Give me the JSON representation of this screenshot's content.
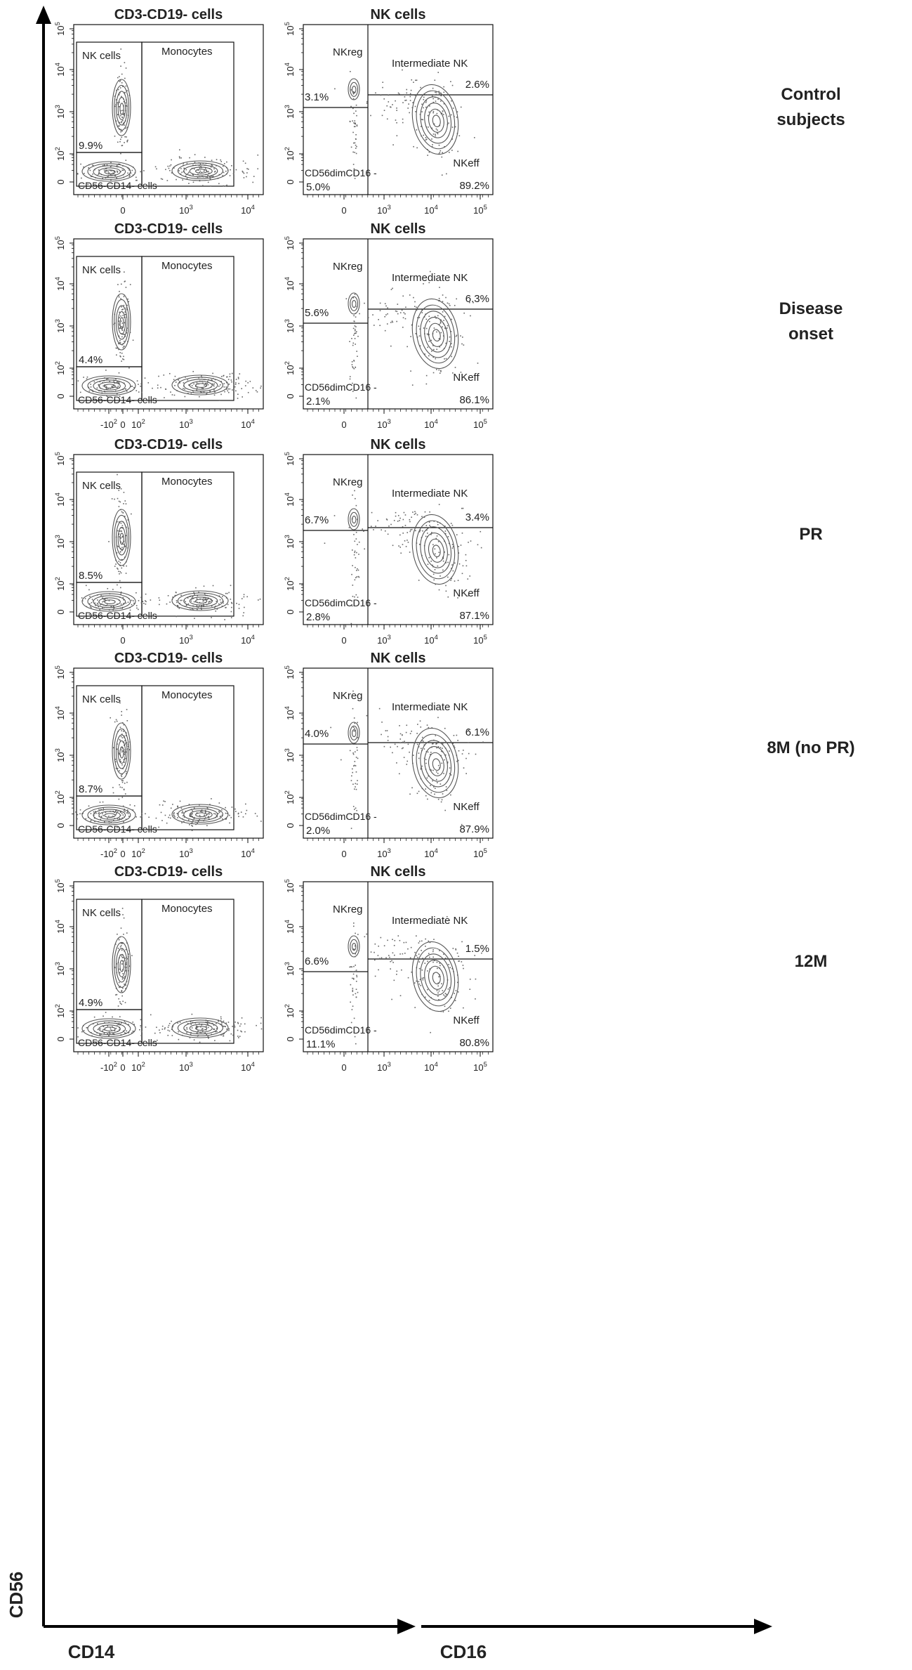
{
  "axes": {
    "y_label": "CD56",
    "x_label_left": "CD14",
    "x_label_right": "CD16"
  },
  "row_labels": [
    [
      "Control",
      "subjects"
    ],
    [
      "Disease",
      "onset"
    ],
    [
      "PR"
    ],
    [
      "8M (no PR)"
    ],
    [
      "12M"
    ]
  ],
  "chart_data": [
    {
      "type": "scatter",
      "row": 0,
      "title": "CD3-CD19- cells",
      "xaxis": "CD14 (biexponential)",
      "yaxis": "CD56 (biexponential)",
      "x_ticks": [
        "0",
        "10^3",
        "10^4"
      ],
      "y_ticks": [
        "0",
        "10^2",
        "10^3",
        "10^4",
        "10^5"
      ],
      "gates": [
        {
          "name": "NK cells",
          "percent": "9.9%"
        },
        {
          "name": "Monocytes"
        },
        {
          "name": "CD56-CD14- cells"
        }
      ]
    },
    {
      "type": "scatter",
      "row": 0,
      "title": "NK cells",
      "xaxis": "CD16 (biexponential)",
      "yaxis": "CD56 (biexponential)",
      "x_ticks": [
        "0",
        "10^3",
        "10^4",
        "10^5"
      ],
      "y_ticks": [
        "0",
        "10^2",
        "10^3",
        "10^4",
        "10^5"
      ],
      "gates": [
        {
          "name": "NKreg",
          "percent": "3.1%"
        },
        {
          "name": "Intermediate NK",
          "percent": "2.6%"
        },
        {
          "name": "CD56dimCD16 -",
          "percent": "5.0%"
        },
        {
          "name": "NKeff",
          "percent": "89.2%"
        }
      ]
    },
    {
      "type": "scatter",
      "row": 1,
      "title": "CD3-CD19- cells",
      "xaxis": "CD14 (biexponential)",
      "yaxis": "CD56 (biexponential)",
      "x_ticks": [
        "-10^2",
        "0",
        "10^2",
        "10^3",
        "10^4"
      ],
      "y_ticks": [
        "0",
        "10^2",
        "10^3",
        "10^4",
        "10^5"
      ],
      "gates": [
        {
          "name": "NK cells",
          "percent": "4.4%"
        },
        {
          "name": "Monocytes"
        },
        {
          "name": "CD56-CD14- cells"
        }
      ]
    },
    {
      "type": "scatter",
      "row": 1,
      "title": "NK cells",
      "xaxis": "CD16 (biexponential)",
      "yaxis": "CD56 (biexponential)",
      "x_ticks": [
        "0",
        "10^3",
        "10^4",
        "10^5"
      ],
      "y_ticks": [
        "0",
        "10^2",
        "10^3",
        "10^4",
        "10^5"
      ],
      "gates": [
        {
          "name": "NKreg",
          "percent": "5.6%"
        },
        {
          "name": "Intermediate NK",
          "percent": "6.3%"
        },
        {
          "name": "CD56dimCD16 -",
          "percent": "2.1%"
        },
        {
          "name": "NKeff",
          "percent": "86.1%"
        }
      ]
    },
    {
      "type": "scatter",
      "row": 2,
      "title": "CD3-CD19- cells",
      "xaxis": "CD14 (biexponential)",
      "yaxis": "CD56 (biexponential)",
      "x_ticks": [
        "0",
        "10^3",
        "10^4"
      ],
      "y_ticks": [
        "0",
        "10^2",
        "10^3",
        "10^4",
        "10^5"
      ],
      "gates": [
        {
          "name": "NK cells",
          "percent": "8.5%"
        },
        {
          "name": "Monocytes"
        },
        {
          "name": "CD56-CD14- cells"
        }
      ]
    },
    {
      "type": "scatter",
      "row": 2,
      "title": "NK cells",
      "xaxis": "CD16 (biexponential)",
      "yaxis": "CD56 (biexponential)",
      "x_ticks": [
        "0",
        "10^3",
        "10^4",
        "10^5"
      ],
      "y_ticks": [
        "0",
        "10^2",
        "10^3",
        "10^4",
        "10^5"
      ],
      "gates": [
        {
          "name": "NKreg",
          "percent": "6.7%"
        },
        {
          "name": "Intermediate NK",
          "percent": "3.4%"
        },
        {
          "name": "CD56dimCD16 -",
          "percent": "2.8%"
        },
        {
          "name": "NKeff",
          "percent": "87.1%"
        }
      ]
    },
    {
      "type": "scatter",
      "row": 3,
      "title": "CD3-CD19- cells",
      "xaxis": "CD14 (biexponential)",
      "yaxis": "CD56 (biexponential)",
      "x_ticks": [
        "-10^2",
        "0",
        "10^2",
        "10^3",
        "10^4"
      ],
      "y_ticks": [
        "0",
        "10^2",
        "10^3",
        "10^4",
        "10^5"
      ],
      "gates": [
        {
          "name": "NK cells",
          "percent": "8.7%"
        },
        {
          "name": "Monocytes"
        },
        {
          "name": "CD56-CD14- cells"
        }
      ]
    },
    {
      "type": "scatter",
      "row": 3,
      "title": "NK cells",
      "xaxis": "CD16 (biexponential)",
      "yaxis": "CD56 (biexponential)",
      "x_ticks": [
        "0",
        "10^3",
        "10^4",
        "10^5"
      ],
      "y_ticks": [
        "0",
        "10^2",
        "10^3",
        "10^4",
        "10^5"
      ],
      "gates": [
        {
          "name": "NKreg",
          "percent": "4.0%"
        },
        {
          "name": "Intermediate NK",
          "percent": "6.1%"
        },
        {
          "name": "CD56dimCD16 -",
          "percent": "2.0%"
        },
        {
          "name": "NKeff",
          "percent": "87.9%"
        }
      ]
    },
    {
      "type": "scatter",
      "row": 4,
      "title": "CD3-CD19- cells",
      "xaxis": "CD14 (biexponential)",
      "yaxis": "CD56 (biexponential)",
      "x_ticks": [
        "-10^2",
        "0",
        "10^2",
        "10^3",
        "10^4"
      ],
      "y_ticks": [
        "0",
        "10^2",
        "10^3",
        "10^4",
        "10^5"
      ],
      "gates": [
        {
          "name": "NK cells",
          "percent": "4.9%"
        },
        {
          "name": "Monocytes"
        },
        {
          "name": "CD56-CD14- cells"
        }
      ]
    },
    {
      "type": "scatter",
      "row": 4,
      "title": "NK cells",
      "xaxis": "CD16 (biexponential)",
      "yaxis": "CD56 (biexponential)",
      "x_ticks": [
        "0",
        "10^3",
        "10^4",
        "10^5"
      ],
      "y_ticks": [
        "0",
        "10^2",
        "10^3",
        "10^4",
        "10^5"
      ],
      "gates": [
        {
          "name": "NKreg",
          "percent": "6.6%"
        },
        {
          "name": "Intermediate NK",
          "percent": "1.5%"
        },
        {
          "name": "CD56dimCD16 -",
          "percent": "11.1%"
        },
        {
          "name": "NKeff",
          "percent": "80.8%"
        }
      ]
    }
  ]
}
